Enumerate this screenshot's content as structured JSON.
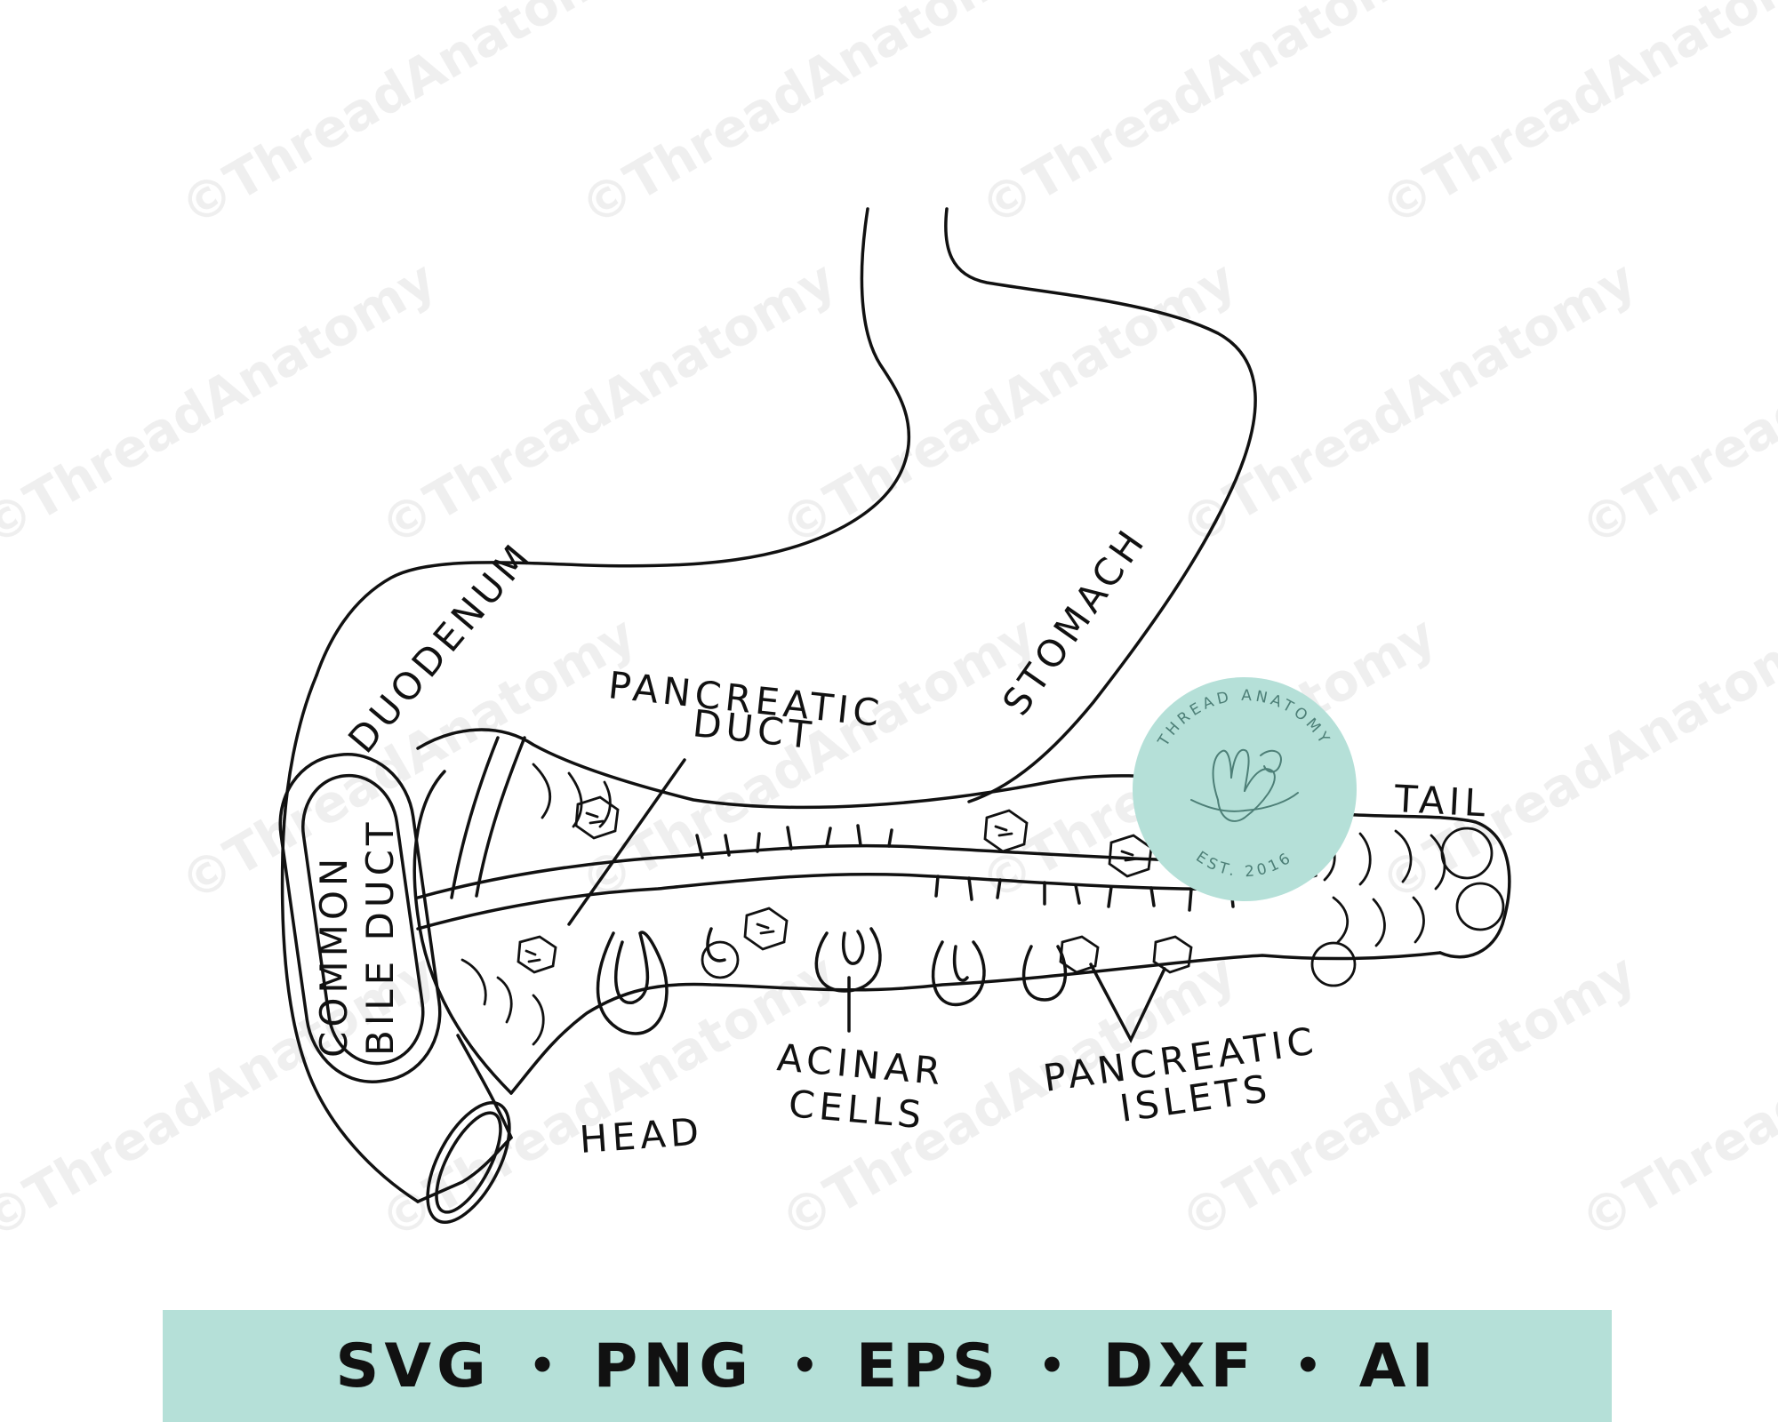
{
  "watermark": {
    "text": "©ThreadAnatomy",
    "color": "#e3e3e3"
  },
  "labels": {
    "duodenum": "DUODENUM",
    "stomach": "STOMACH",
    "pancreatic_duct_line1": "PANCREATIC",
    "pancreatic_duct_line2": "DUCT",
    "common_bile_duct_line1": "COMMON",
    "common_bile_duct_line2": "BILE DUCT",
    "head": "HEAD",
    "acinar_cells_line1": "ACINAR",
    "acinar_cells_line2": "CELLS",
    "pancreatic_islets_line1": "PANCREATIC",
    "pancreatic_islets_line2": "ISLETS",
    "tail": "TAIL"
  },
  "badge": {
    "brand_text": "THREAD ANATOMY",
    "established_text": "EST. 2016",
    "color": "#b5e0d8",
    "ink": "#4d7f77",
    "icon": "hand-sewing-icon"
  },
  "format_bar": {
    "color": "#b5e0d8",
    "formats": [
      "SVG",
      "PNG",
      "EPS",
      "DXF",
      "AI"
    ],
    "separator": "•"
  },
  "colors": {
    "ink": "#111111",
    "background": "#ffffff"
  }
}
